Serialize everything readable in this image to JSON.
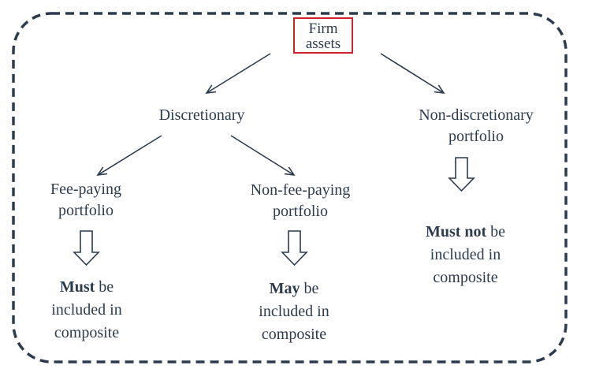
{
  "root": {
    "line1": "Firm",
    "line2": "assets"
  },
  "discretionary": {
    "label": "Discretionary"
  },
  "non_discretionary": {
    "line1": "Non-discretionary",
    "line2": "portfolio"
  },
  "fee_paying": {
    "line1": "Fee-paying",
    "line2": "portfolio"
  },
  "non_fee_paying": {
    "line1": "Non-fee-paying",
    "line2": "portfolio"
  },
  "outcome_fee_paying": {
    "strong": "Must",
    "rest": " be",
    "line2": "included in",
    "line3": "composite"
  },
  "outcome_non_fee_paying": {
    "strong": "May",
    "rest": " be",
    "line2": "included in",
    "line3": "composite"
  },
  "outcome_non_discretionary": {
    "strong": "Must not",
    "rest": " be",
    "line2": "included in",
    "line3": "composite"
  },
  "colors": {
    "text": "#2d3b4e",
    "border": "#2d3b4e",
    "highlight": "#d0212a"
  }
}
